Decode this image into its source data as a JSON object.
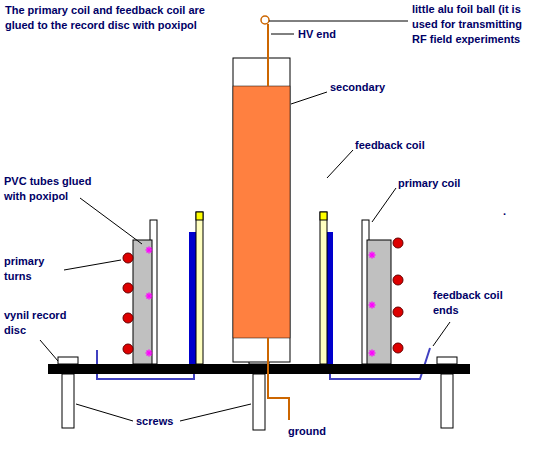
{
  "diagram": {
    "labels": [
      "The primary coil and feedback coil are glued to the record disc with poxipol",
      "HV end",
      "little alu foil ball (it is used for transmitting RF field experiments",
      "secondary",
      "feedback coil",
      "primary coil",
      "PVC tubes glued with poxipol",
      "primary turns",
      "feedback coil ends",
      "vynil record disc",
      "screws",
      "ground",
      "."
    ]
  }
}
